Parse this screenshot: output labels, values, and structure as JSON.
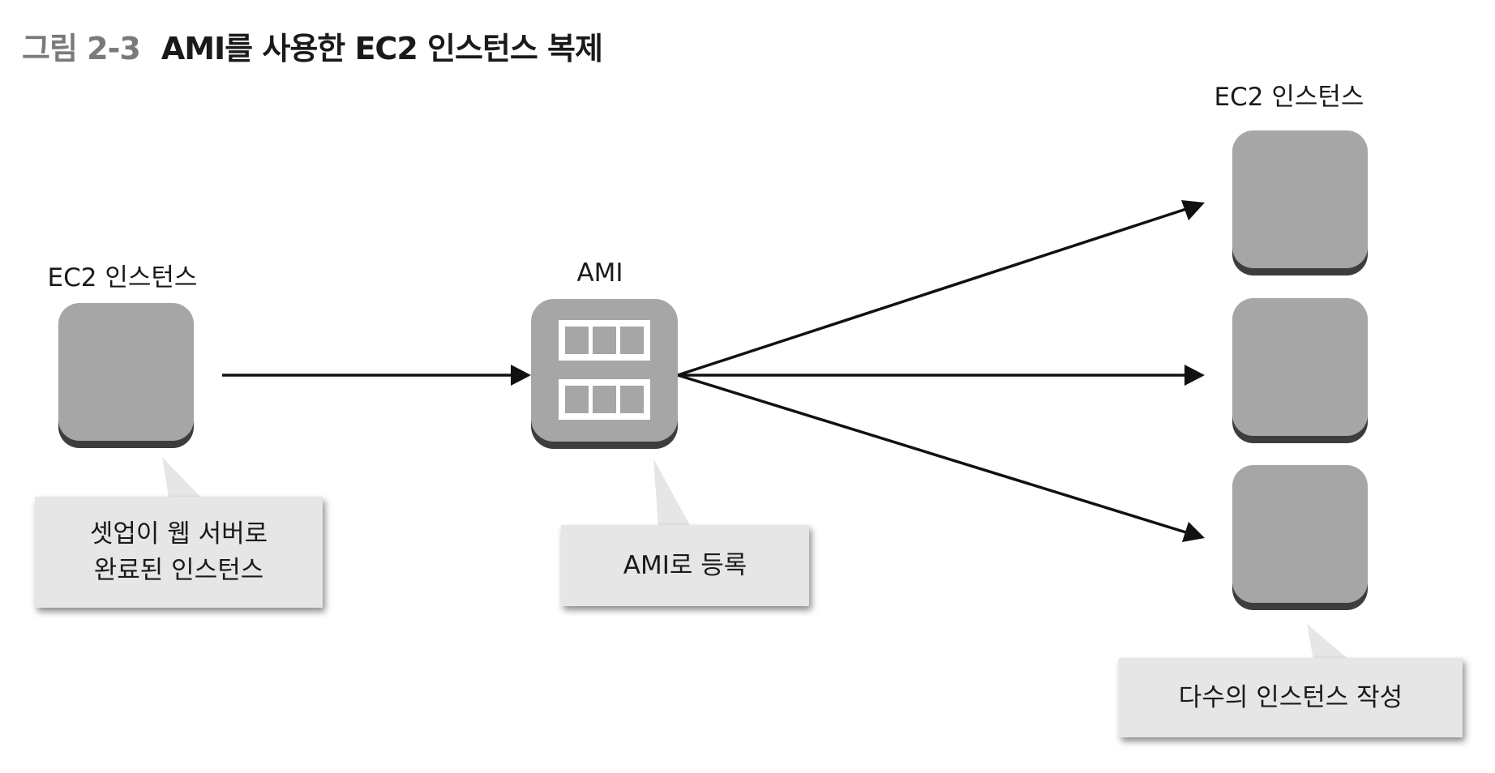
{
  "caption": {
    "number": "그림 2-3",
    "title": "AMI를 사용한 EC2 인스턴스 복제"
  },
  "nodes": {
    "source": {
      "label": "EC2 인스턴스",
      "callout": "셋업이 웹 서버로\n완료된 인스턴스"
    },
    "ami": {
      "label": "AMI",
      "callout": "AMI로 등록"
    },
    "targets": {
      "label": "EC2 인스턴스",
      "count": 3,
      "callout": "다수의 인스턴스 작성"
    }
  },
  "edges": [
    {
      "from": "source",
      "to": "ami"
    },
    {
      "from": "ami",
      "to": "target-1"
    },
    {
      "from": "ami",
      "to": "target-2"
    },
    {
      "from": "ami",
      "to": "target-3"
    }
  ],
  "colors": {
    "box_fill": "#a6a6a6",
    "box_shadow": "#3d3d3d",
    "callout_fill": "#e6e6e6",
    "caption_number": "#7a7a7a",
    "text": "#1a1a1a"
  }
}
